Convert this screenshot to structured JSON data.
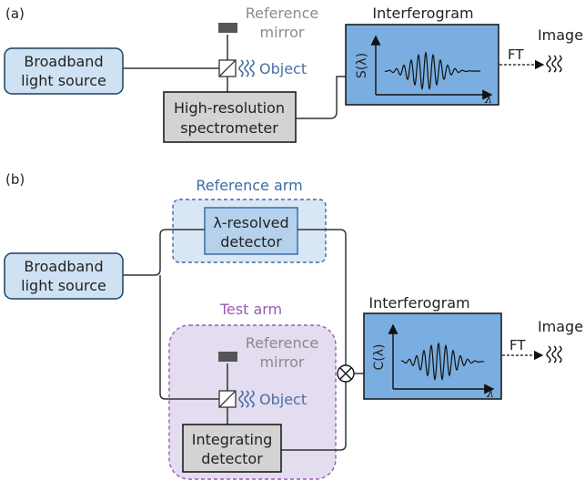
{
  "panel_a": {
    "label": "(a)",
    "source": {
      "line1": "Broadband",
      "line2": "light source"
    },
    "reference": {
      "line1": "Reference",
      "line2": "mirror"
    },
    "object": "Object",
    "spectrometer": {
      "line1": "High-resolution",
      "line2": "spectrometer"
    },
    "interferogram": {
      "title": "Interferogram",
      "ylabel": "S(λ)",
      "xlabel": "λ"
    },
    "ft": "FT",
    "image": "Image"
  },
  "panel_b": {
    "label": "(b)",
    "reference_arm": "Reference arm",
    "resolved_detector": {
      "line1": "λ-resolved",
      "line2": "detector"
    },
    "source": {
      "line1": "Broadband",
      "line2": "light source"
    },
    "test_arm": "Test arm",
    "reference": {
      "line1": "Reference",
      "line2": "mirror"
    },
    "object": "Object",
    "integrating": {
      "line1": "Integrating",
      "line2": "detector"
    },
    "interferogram": {
      "title": "Interferogram",
      "ylabel": "C(λ)",
      "xlabel": "λ"
    },
    "ft": "FT",
    "image": "Image"
  },
  "colors": {
    "light_box": "#cfe2f3",
    "light_box_stroke": "#1f3f5f",
    "plot_box": "#7aaee0",
    "gray_box": "#d3d3d3",
    "ref_arm_fill": "#d9e7f4",
    "ref_arm_border": "#3a6ea5",
    "test_arm_fill": "#e4dcef",
    "test_arm_border": "#9b59b6",
    "object_wave": "#4a6fa5",
    "mirror_text": "#8a8a8a"
  }
}
